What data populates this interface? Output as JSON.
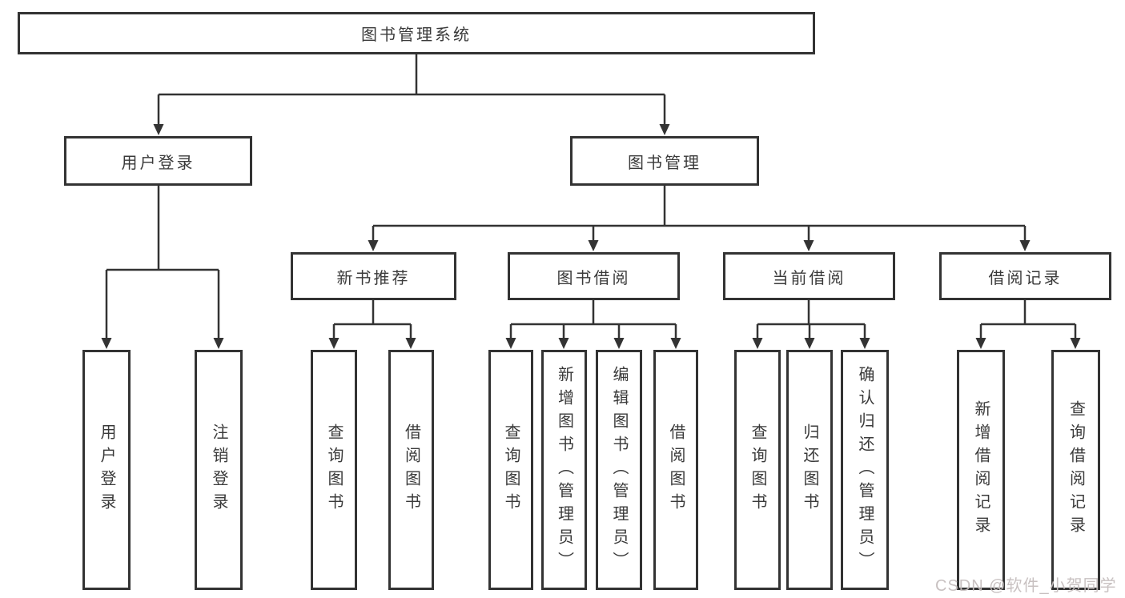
{
  "tree": {
    "label": "图书管理系统",
    "children": [
      {
        "label": "用户登录",
        "children": [
          {
            "label": "用户登录"
          },
          {
            "label": "注销登录"
          }
        ]
      },
      {
        "label": "图书管理",
        "children": [
          {
            "label": "新书推荐",
            "children": [
              {
                "label": "查询图书"
              },
              {
                "label": "借阅图书"
              }
            ]
          },
          {
            "label": "图书借阅",
            "children": [
              {
                "label": "查询图书"
              },
              {
                "label": "新增图书（管理员）"
              },
              {
                "label": "编辑图书（管理员）"
              },
              {
                "label": "借阅图书"
              }
            ]
          },
          {
            "label": "当前借阅",
            "children": [
              {
                "label": "查询图书"
              },
              {
                "label": "归还图书"
              },
              {
                "label": "确认归还（管理员）"
              }
            ]
          },
          {
            "label": "借阅记录",
            "children": [
              {
                "label": "新增借阅记录"
              },
              {
                "label": "查询借阅记录"
              }
            ]
          }
        ]
      }
    ]
  },
  "watermark": {
    "text": "CSDN @软件_小贺同学"
  },
  "colors": {
    "background": "#ffffff",
    "box_border": "#333333",
    "line": "#333333",
    "text": "#3a3a3a",
    "watermark": "#c5bebe"
  }
}
